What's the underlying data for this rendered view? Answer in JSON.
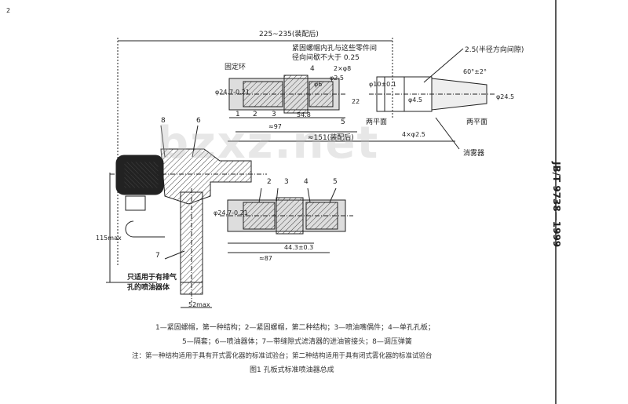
{
  "page_number": "2",
  "side_header": "JB/T 9738—1999",
  "watermark": "bzxz.net",
  "dims": {
    "assembly_length": "225~235(装配后)",
    "assembly_length2": "≈151(装配后)",
    "lock_note_1": "紧固螺帽内孔与这些零件间",
    "lock_note_2": "径向间歇不大于 0.25",
    "radial_gap": "2.5(半径方向间隙)",
    "fixing_ring": "固定环",
    "holes_2x8": "2×φ8",
    "holes_4x25": "4×φ2.5",
    "two_flats_1": "两平面",
    "two_flats_2": "两平面",
    "atomizer": "消雾器",
    "angle": "60°±2°",
    "d97": "≈97",
    "d87": "≈87",
    "d548": "54.8",
    "d443": "44.3±0.3",
    "d115": "115max",
    "d52": "52max",
    "d247": "φ24.7-0.21",
    "d245": "φ24.5",
    "d10": "φ10±0.1",
    "d45": "φ4.5",
    "d6": "φ6",
    "d25": "φ2.5",
    "d22": "22"
  },
  "callouts": {
    "c1": "1",
    "c2": "2",
    "c3": "3",
    "c4": "4",
    "c5": "5",
    "c2b": "2",
    "c3b": "3",
    "c4b": "4",
    "c5b": "5",
    "c6": "6",
    "c7": "7",
    "c8": "8"
  },
  "body_note_1": "只适用于有排气",
  "body_note_2": "孔的喷油器体",
  "legend_line_1": "1—紧固螺帽，第一种结构；2—紧固螺帽，第二种结构；3—喷油嘴偶件；4—单孔孔板；",
  "legend_line_2": "5—隔套；6—喷油器体；7—带缝隙式滤清器的进油管接头；8—调压弹簧",
  "note_line": "注：第一种结构适用于具有开式雾化器的标准试验台；第二种结构适用于具有闭式雾化器的标准试验台",
  "figure_caption": "图1  孔板式标准喷油器总成"
}
